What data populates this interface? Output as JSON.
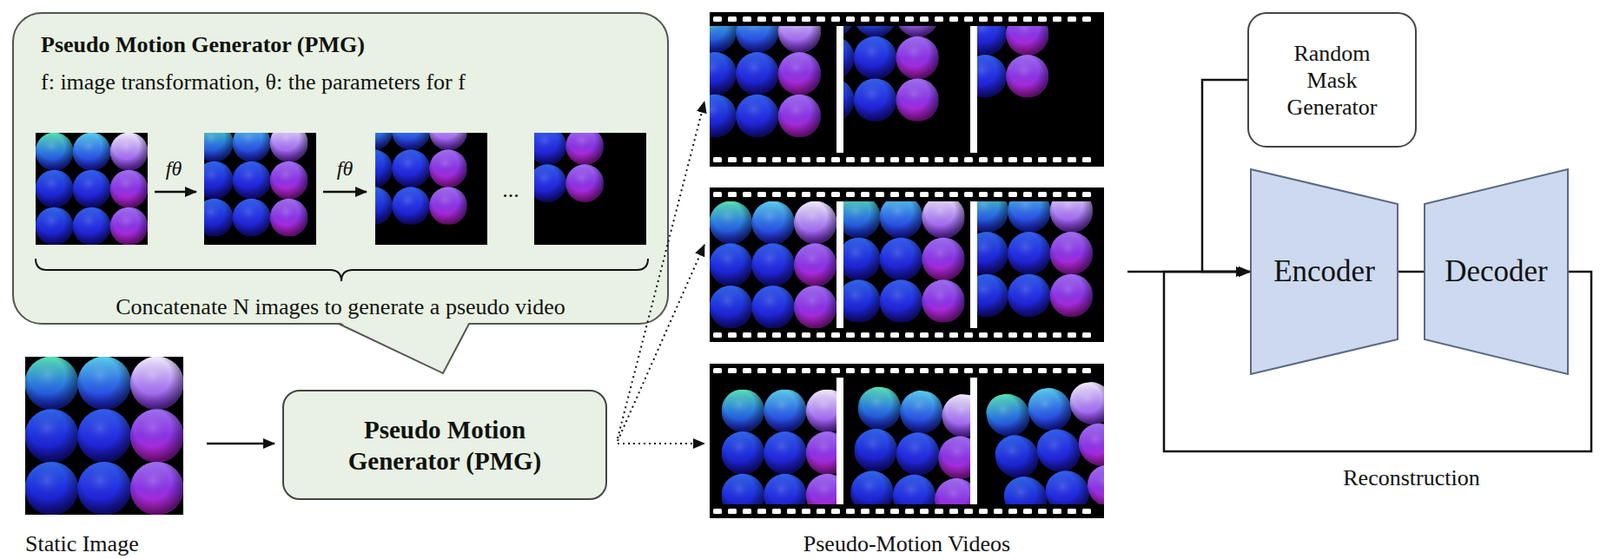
{
  "diagram": {
    "nodes": [
      {
        "text": [
          "Pseudo Motion Generator (PMG)",
          "f: image transformation, θ: the parameters for f",
          "Concatenate N images to generate a pseudo video"
        ]
      },
      {
        "text": [
          "Pseudo Motion Generator (PMG)"
        ]
      },
      {
        "text": [
          "Random Mask Generator"
        ]
      },
      {
        "text": [
          "Encoder"
        ]
      },
      {
        "text": [
          "Decoder"
        ]
      }
    ],
    "edges": [
      {
        "from": 2,
        "to": 3,
        "arrow": "to"
      },
      {
        "from": 3,
        "to": 4,
        "arrow": "none"
      },
      {
        "from": 4,
        "to": 3,
        "label": "Reconstruction",
        "arrow": "to"
      }
    ],
    "labels": [
      "fθ",
      "fθ",
      "...",
      "Static Image",
      "Pseudo-Motion Videos"
    ]
  }
}
